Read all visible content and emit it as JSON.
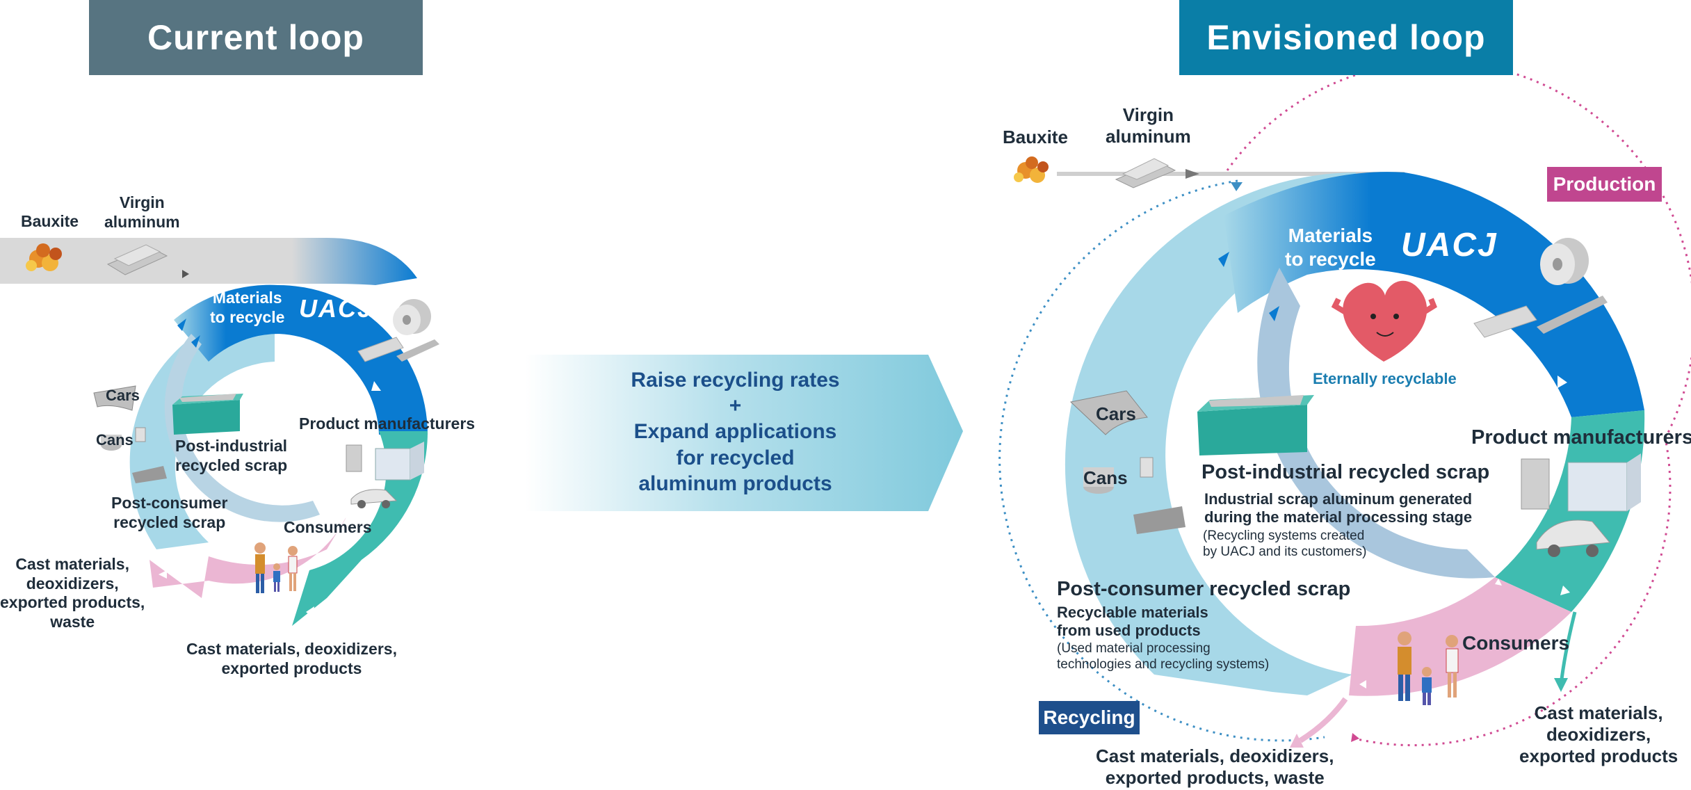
{
  "left": {
    "title": "Current loop",
    "bauxite": "Bauxite",
    "virgin": "Virgin\naluminum",
    "materials": "Materials\nto recycle",
    "logo": "UACJ",
    "product_manufacturers": "Product manufacturers",
    "cars": "Cars",
    "cans": "Cans",
    "post_industrial": "Post-industrial\nrecycled scrap",
    "post_consumer": "Post-consumer\nrecycled scrap",
    "consumers": "Consumers",
    "cast_left": "Cast materials,\ndeoxidizers,\nexported products,\nwaste",
    "cast_bottom": "Cast materials, deoxidizers,\nexported products"
  },
  "middle": {
    "text": "Raise recycling rates\n+\nExpand applications\nfor recycled\naluminum products"
  },
  "right": {
    "title": "Envisioned loop",
    "bauxite": "Bauxite",
    "virgin": "Virgin\naluminum",
    "production": "Production",
    "materials": "Materials\nto recycle",
    "logo": "UACJ",
    "eternally": "Eternally recyclable",
    "product_manufacturers": "Product manufacturers",
    "cars": "Cars",
    "cans": "Cans",
    "post_industrial_title": "Post-industrial recycled scrap",
    "post_industrial_desc": "Industrial scrap aluminum generated\nduring the material processing stage",
    "post_industrial_note": "(Recycling systems created\nby UACJ and its customers)",
    "post_consumer_title": "Post-consumer recycled scrap",
    "post_consumer_desc": "Recyclable materials\nfrom used products",
    "post_consumer_note": "(Used material processing\ntechnologies and recycling systems)",
    "consumers": "Consumers",
    "recycling": "Recycling",
    "cast_bottom": "Cast materials, deoxidizers,\nexported products, waste",
    "cast_right": "Cast materials,\ndeoxidizers,\nexported products"
  },
  "colors": {
    "left_title_bg": "#577481",
    "right_title_bg": "#0a7ea7",
    "blue": "#0a7bd1",
    "light_blue": "#a7d8e8",
    "teal": "#3fbcb0",
    "pink": "#ebb6d3",
    "production_tag": "#c0468f",
    "recycling_tag": "#1e4f8c",
    "middle_arrow": "#7fc9dc"
  }
}
